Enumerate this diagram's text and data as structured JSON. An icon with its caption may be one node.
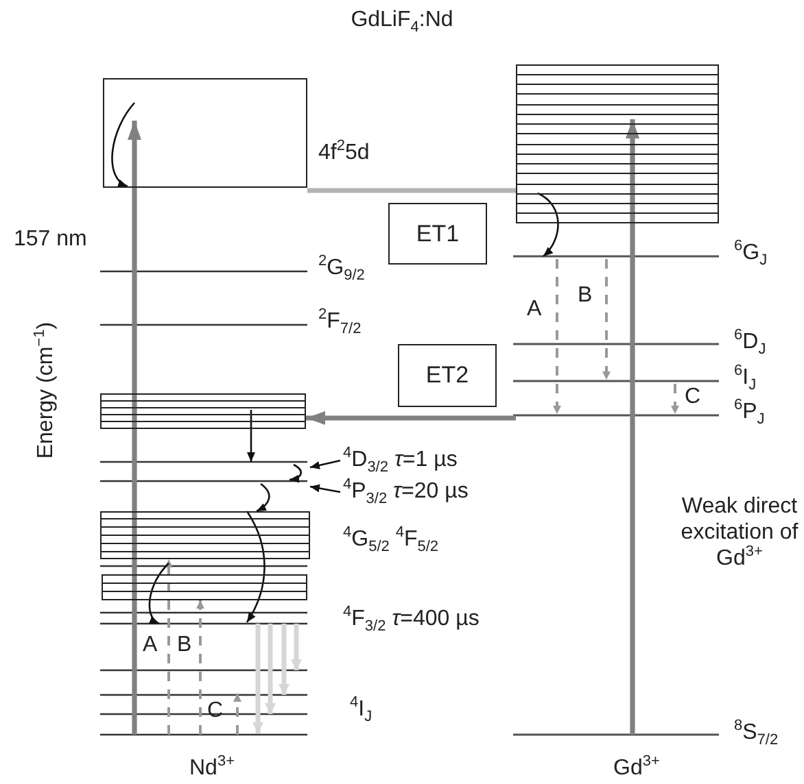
{
  "diagram": {
    "title": "GdLiF$_{4}$:Nd",
    "nodes": [
      {
        "text": [],
        "shape": "box",
        "beside": [
          "4f$^{2}$5d"
        ]
      },
      {
        "text": [],
        "shape": "box"
      },
      {
        "text": [
          "ET1"
        ]
      },
      {
        "text": [
          "ET2"
        ]
      },
      {
        "text": [],
        "shape": "box"
      },
      {
        "text": [],
        "shape": "box"
      },
      {
        "text": [],
        "shape": "box"
      },
      {
        "text": [
          "$^{4}$D$_{3/2}$ *τ*=1 µs"
        ]
      },
      {
        "text": [
          "$^{4}$P$_{3/2}$ *τ*=20 µs"
        ]
      }
    ],
    "edges": [
      {
        "from": 0,
        "to": 1,
        "arrow": "none",
        "style": "thick",
        "color": "#b4b4b4"
      },
      {
        "from": null,
        "to": 4,
        "arrow": "to",
        "style": "thick",
        "color": "#808080"
      },
      {
        "from": null,
        "to": 0,
        "arrow": "to",
        "style": "thick",
        "color": "#808080"
      },
      {
        "from": null,
        "to": 1,
        "arrow": "to",
        "style": "thick",
        "color": "#808080"
      },
      {
        "from": 7,
        "to": null,
        "arrow": "to"
      },
      {
        "from": 8,
        "to": null,
        "arrow": "to"
      },
      {
        "from": 1,
        "to": null,
        "arrow": "to"
      },
      {
        "from": 4,
        "to": null,
        "arrow": "to"
      },
      {
        "from": null,
        "to": 5,
        "arrow": "to"
      },
      {
        "from": 5,
        "to": 6,
        "arrow": "to"
      },
      {
        "from": null,
        "to": 5,
        "arrow": "to",
        "style": "dashed",
        "color": "#999999"
      },
      {
        "from": 5,
        "to": 6,
        "arrow": "to"
      },
      {
        "from": null,
        "to": 6,
        "arrow": "to",
        "style": "dashed",
        "color": "#999999"
      }
    ],
    "labels": [
      "157 nm",
      "$^{2}$G$_{9/2}$",
      "$^{6}$G$_{J}$",
      "A",
      "B",
      "$^{2}$F$_{7/2}$",
      "Energy (cm$^{−1}$)",
      "$^{6}$D$_{J}$",
      "$^{6}$I$_{J}$",
      "C",
      "$^{6}$P$_{J}$",
      "$^{4}$G$_{5/2}$ $^{4}$F$_{5/2}$",
      "Weak direct excitation of Gd$^{3+}$",
      "$^{4}$F$_{3/2}$ *τ*=400 µs",
      "A",
      "B",
      "C",
      "$^{4}$I$_{J}$",
      "$^{8}$S$_{7/2}$",
      "Nd$^{3+}$",
      "Gd$^{3+}$"
    ]
  }
}
